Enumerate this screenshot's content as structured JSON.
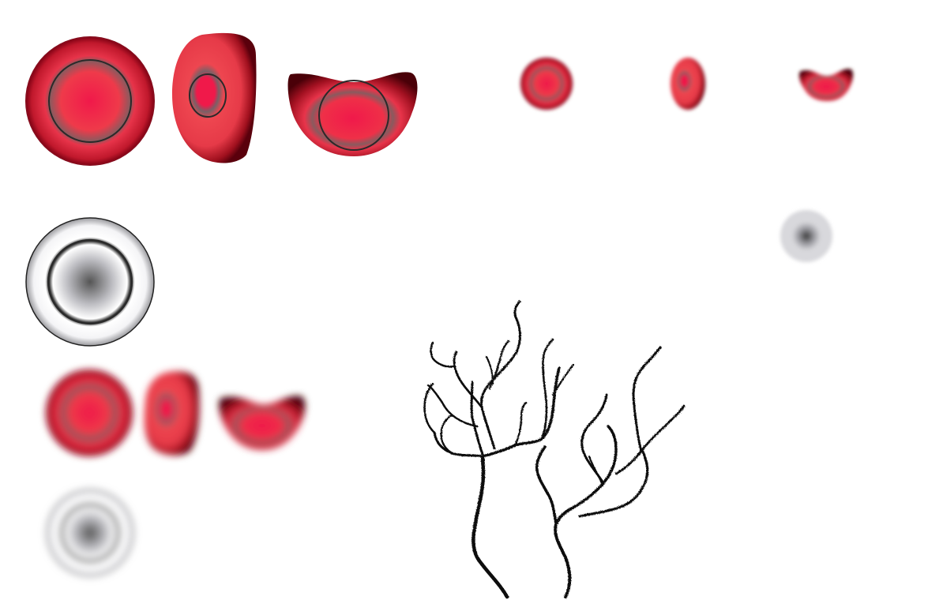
{
  "colors": {
    "background": "#ffffff",
    "red_center": "#f0194a",
    "red_mid": "#f04850",
    "red_dark": "#6b0010",
    "red_gray_ring": "#8a5a5e",
    "ring_stroke": "#2a2a2a",
    "gray_center": "#555555",
    "gray_light": "#d8d8dc",
    "branch": "#111111"
  },
  "shapes": [
    {
      "name": "red-round-brush-sharp",
      "kind": "round",
      "tone": "red",
      "blurred": false
    },
    {
      "name": "red-oval-brush-sharp",
      "kind": "oval",
      "tone": "red",
      "blurred": false
    },
    {
      "name": "red-bowl-brush-sharp",
      "kind": "bowl",
      "tone": "red",
      "blurred": false
    },
    {
      "name": "red-round-brush-small",
      "kind": "round",
      "tone": "red",
      "blurred": true
    },
    {
      "name": "red-oval-brush-small",
      "kind": "oval",
      "tone": "red",
      "blurred": true
    },
    {
      "name": "red-bowl-brush-small",
      "kind": "bowl",
      "tone": "red",
      "blurred": true
    },
    {
      "name": "gray-round-brush-sharp",
      "kind": "round",
      "tone": "gray",
      "blurred": false
    },
    {
      "name": "gray-round-brush-small",
      "kind": "round",
      "tone": "gray",
      "blurred": true
    },
    {
      "name": "red-round-brush-blurred",
      "kind": "round",
      "tone": "red",
      "blurred": true
    },
    {
      "name": "red-oval-brush-blurred",
      "kind": "oval",
      "tone": "red",
      "blurred": true
    },
    {
      "name": "red-bowl-brush-blurred",
      "kind": "bowl",
      "tone": "red",
      "blurred": true
    },
    {
      "name": "gray-round-brush-blurred",
      "kind": "round",
      "tone": "gray",
      "blurred": true
    }
  ],
  "illustration": {
    "name": "branch-drawing",
    "kind": "tree-branches"
  }
}
